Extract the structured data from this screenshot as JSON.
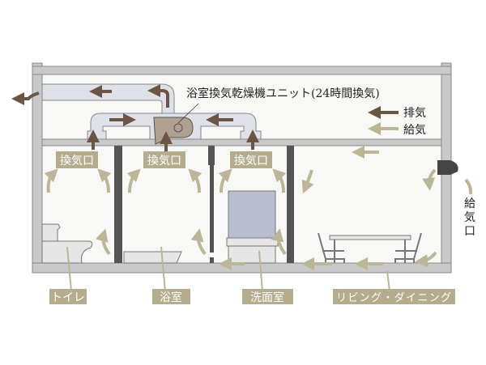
{
  "title": "浴室換気乾燥機ユニット(24時間換気)",
  "legend": {
    "exhaust": {
      "label": "排気",
      "color": "#6b5545"
    },
    "supply": {
      "label": "給気",
      "color": "#bdb597"
    }
  },
  "vent_labels": [
    "換気口",
    "換気口",
    "換気口"
  ],
  "supply_inlet_label": [
    "給",
    "気",
    "口"
  ],
  "rooms": [
    "トイレ",
    "浴室",
    "洗面室",
    "リビング・ダイニング"
  ],
  "colors": {
    "wall": "#c9c9c9",
    "partition": "#555555",
    "duct": "#dfe1e8",
    "interior": "#f8f8f6",
    "label_bg": "#b4ac8c",
    "mirror": "#b8bdd0"
  }
}
